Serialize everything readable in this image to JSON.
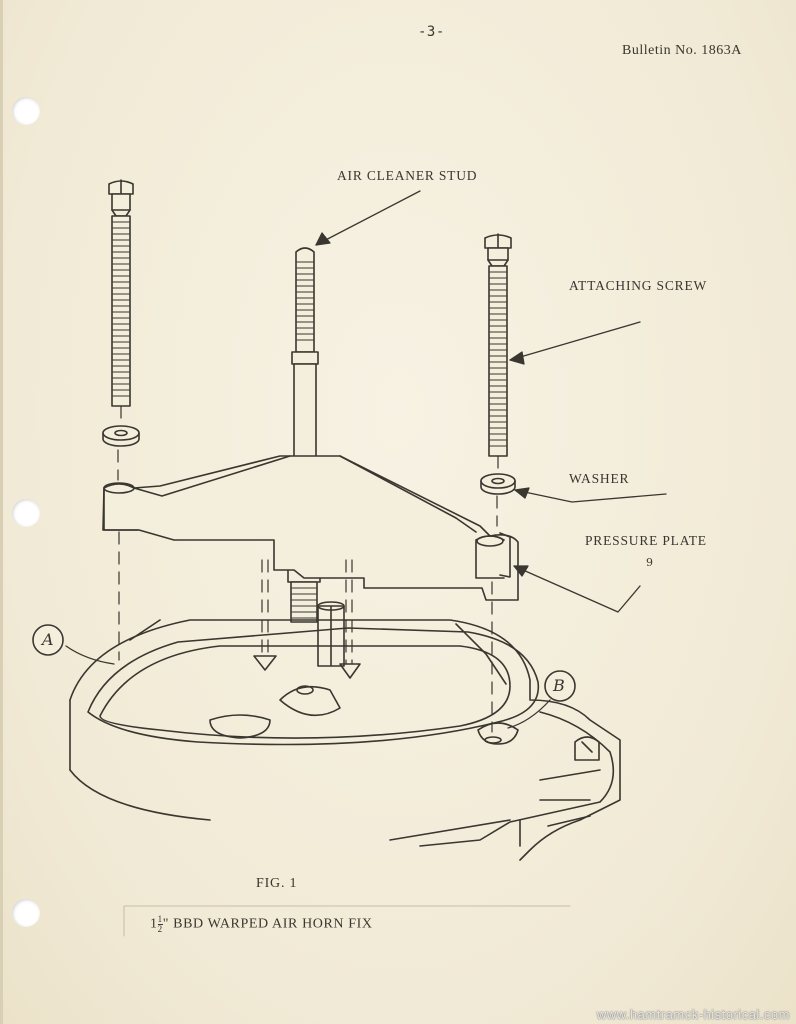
{
  "header": {
    "page_number": "-3-",
    "bulletin": "Bulletin No. 1863A"
  },
  "labels": {
    "air_cleaner_stud": "AIR CLEANER STUD",
    "attaching_screw": "ATTACHING SCREW",
    "washer": "WASHER",
    "pressure_plate": "PRESSURE PLATE",
    "pressure_plate_mark": "9",
    "point_a": "A",
    "point_b": "B"
  },
  "figure": {
    "number": "FIG. 1",
    "caption_whole": "1",
    "caption_num": "1",
    "caption_den": "2",
    "caption_text": "\" BBD WARPED AIR HORN FIX"
  },
  "footer": {
    "watermark": "www.hamtramck-historical.com"
  }
}
